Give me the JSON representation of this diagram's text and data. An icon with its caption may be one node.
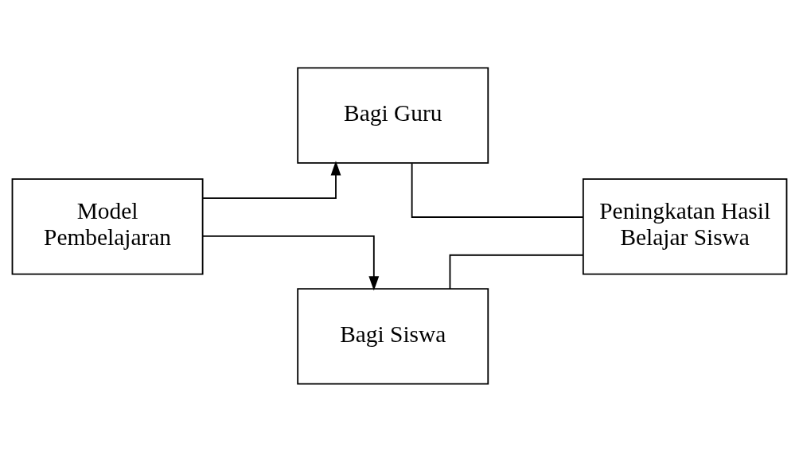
{
  "diagram": {
    "nodes": [
      {
        "text": [
          "Model Pembelajaran"
        ]
      },
      {
        "text": [
          "Bagi Guru"
        ]
      },
      {
        "text": [
          "Bagi Siswa"
        ]
      },
      {
        "text": [
          "Peningkatan Hasil Belajar Siswa"
        ]
      }
    ],
    "edges": [
      {
        "from": 0,
        "to": 1,
        "arrow": "to"
      },
      {
        "from": 0,
        "to": 2,
        "arrow": "to"
      },
      {
        "from": 1,
        "to": 3,
        "arrow": "none"
      },
      {
        "from": 2,
        "to": 3,
        "arrow": "none"
      }
    ]
  }
}
